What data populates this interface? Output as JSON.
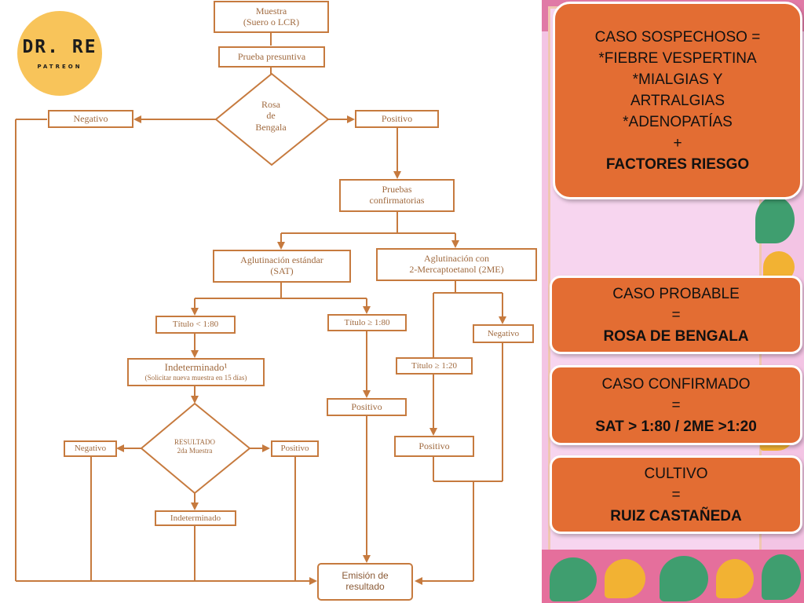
{
  "logo": {
    "title": "DR. RE",
    "subtitle": "PATREON"
  },
  "flowchart": {
    "muestra": "Muestra",
    "muestra_sub": "(Suero o LCR)",
    "prueba_presuntiva": "Prueba presuntiva",
    "rosa_line1": "Rosa",
    "rosa_line2": "de",
    "rosa_line3": "Bengala",
    "negativo_left": "Negativo",
    "positivo_top": "Positivo",
    "pruebas_line1": "Pruebas",
    "pruebas_line2": "confirmatorias",
    "sat_line1": "Aglutinación estándar",
    "sat_line2": "(SAT)",
    "me_line1": "Aglutinación con",
    "me_line2": "2-Mercaptoetanol (2ME)",
    "titulo_lt": "Título < 1:80",
    "titulo_ge80": "Título ≥ 1:80",
    "negativo_me": "Negativo",
    "titulo_ge20": "Título ≥ 1:20",
    "indeterminado": "Indeterminado¹",
    "indeterminado_sub": "(Solicitar nueva muestra en 15 días)",
    "positivo_sat": "Positivo",
    "resultado_line1": "RESULTADO",
    "resultado_line2": "2da Muestra",
    "negativo_2da": "Negativo",
    "positivo_2da": "Positivo",
    "positivo_me": "Positivo",
    "indeterminado_2": "Indeterminado",
    "emision_line1": "Emisión de",
    "emision_line2": "resultado"
  },
  "cards": {
    "sospechoso": [
      "CASO SOSPECHOSO =",
      "*FIEBRE VESPERTINA",
      "*MIALGIAS Y",
      "ARTRALGIAS",
      "*ADENOPATÍAS",
      "+",
      "FACTORES RIESGO"
    ],
    "probable": [
      "CASO PROBABLE",
      "=",
      "ROSA DE BENGALA"
    ],
    "confirmado": [
      "CASO CONFIRMADO",
      "=",
      "SAT > 1:80 / 2ME >1:20"
    ],
    "cultivo": [
      "CULTIVO",
      "=",
      "RUIZ CASTAÑEDA"
    ]
  }
}
